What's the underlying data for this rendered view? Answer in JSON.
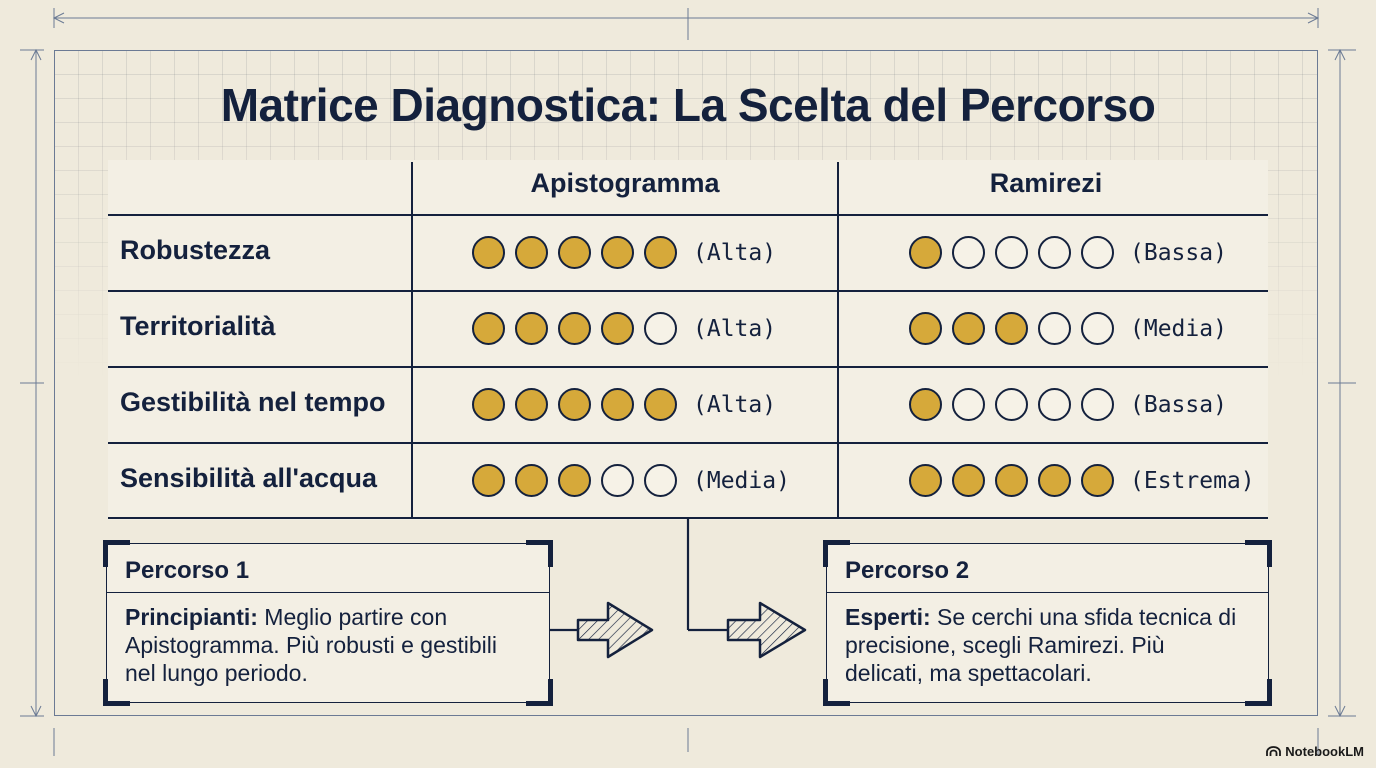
{
  "title": "Matrice Diagnostica: La Scelta del Percorso",
  "columns": [
    "Apistogramma",
    "Ramirezi"
  ],
  "rows": [
    {
      "label": "Robustezza",
      "apistogramma": {
        "score": 5,
        "text": "(Alta)"
      },
      "ramirezi": {
        "score": 1,
        "text": "(Bassa)"
      }
    },
    {
      "label": "Territorialità",
      "apistogramma": {
        "score": 4,
        "text": "(Alta)"
      },
      "ramirezi": {
        "score": 3,
        "text": "(Media)"
      }
    },
    {
      "label": "Gestibilità nel tempo",
      "apistogramma": {
        "score": 5,
        "text": "(Alta)"
      },
      "ramirezi": {
        "score": 1,
        "text": "(Bassa)"
      }
    },
    {
      "label": "Sensibilità all'acqua",
      "apistogramma": {
        "score": 3,
        "text": "(Media)"
      },
      "ramirezi": {
        "score": 5,
        "text": "(Estrema)"
      }
    }
  ],
  "rating_max": 5,
  "paths": [
    {
      "title": "Percorso 1",
      "lead": "Principianti:",
      "line1": " Meglio partire con",
      "line2": "Apistogramma. Più robusti e gestibili",
      "line3": "nel lungo periodo."
    },
    {
      "title": "Percorso 2",
      "lead": "Esperti:",
      "line1": " Se cerchi una sfida tecnica di",
      "line2": "precisione, scegli Ramirezi. Più",
      "line3": "delicati, ma spettacolari."
    }
  ],
  "brand": "NotebookLM",
  "colors": {
    "ink": "#14213d",
    "gold": "#d6a93a",
    "paper": "#efeadc"
  }
}
